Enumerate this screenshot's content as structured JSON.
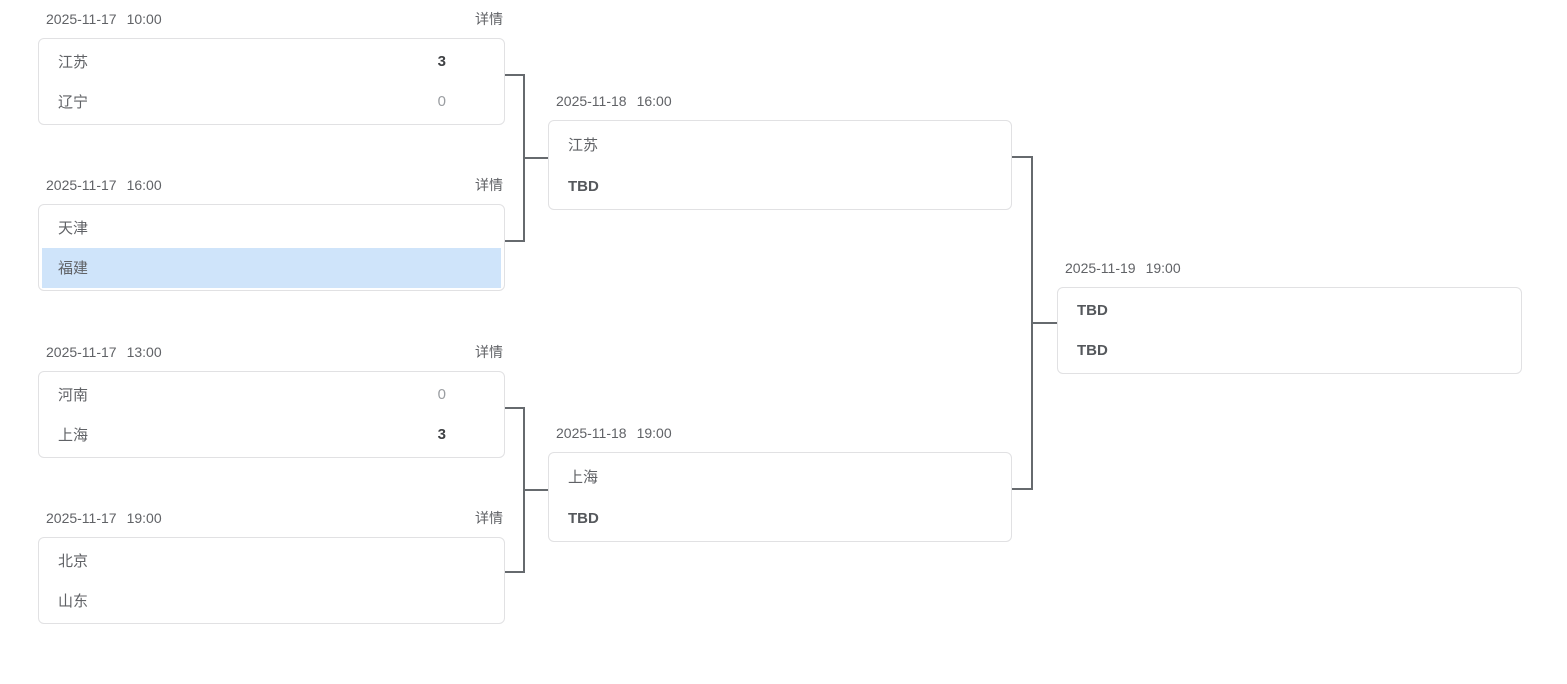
{
  "rounds": [
    {
      "matches": [
        {
          "date": "2025-11-17",
          "time": "10:00",
          "detail_label": "详情",
          "teams": [
            {
              "name": "江苏",
              "score": "3",
              "winner": true
            },
            {
              "name": "辽宁",
              "score": "0",
              "winner": false
            }
          ]
        },
        {
          "date": "2025-11-17",
          "time": "16:00",
          "detail_label": "详情",
          "teams": [
            {
              "name": "天津",
              "score": ""
            },
            {
              "name": "福建",
              "score": "",
              "highlighted": true
            }
          ]
        },
        {
          "date": "2025-11-17",
          "time": "13:00",
          "detail_label": "详情",
          "teams": [
            {
              "name": "河南",
              "score": "0",
              "winner": false
            },
            {
              "name": "上海",
              "score": "3",
              "winner": true
            }
          ]
        },
        {
          "date": "2025-11-17",
          "time": "19:00",
          "detail_label": "详情",
          "teams": [
            {
              "name": "北京",
              "score": ""
            },
            {
              "name": "山东",
              "score": ""
            }
          ]
        }
      ]
    },
    {
      "matches": [
        {
          "date": "2025-11-18",
          "time": "16:00",
          "teams": [
            {
              "name": "江苏"
            },
            {
              "name": "TBD",
              "tbd": true
            }
          ]
        },
        {
          "date": "2025-11-18",
          "time": "19:00",
          "teams": [
            {
              "name": "上海"
            },
            {
              "name": "TBD",
              "tbd": true
            }
          ]
        }
      ]
    },
    {
      "matches": [
        {
          "date": "2025-11-19",
          "time": "19:00",
          "teams": [
            {
              "name": "TBD",
              "tbd": true
            },
            {
              "name": "TBD",
              "tbd": true
            }
          ]
        }
      ]
    }
  ],
  "colors": {
    "highlight_row": "#cfe4fa",
    "connector": "#666a6e",
    "card_border": "#e1e1e3",
    "text": "#606266",
    "strong_text": "#3f4144",
    "muted_score": "#9a9da1"
  }
}
